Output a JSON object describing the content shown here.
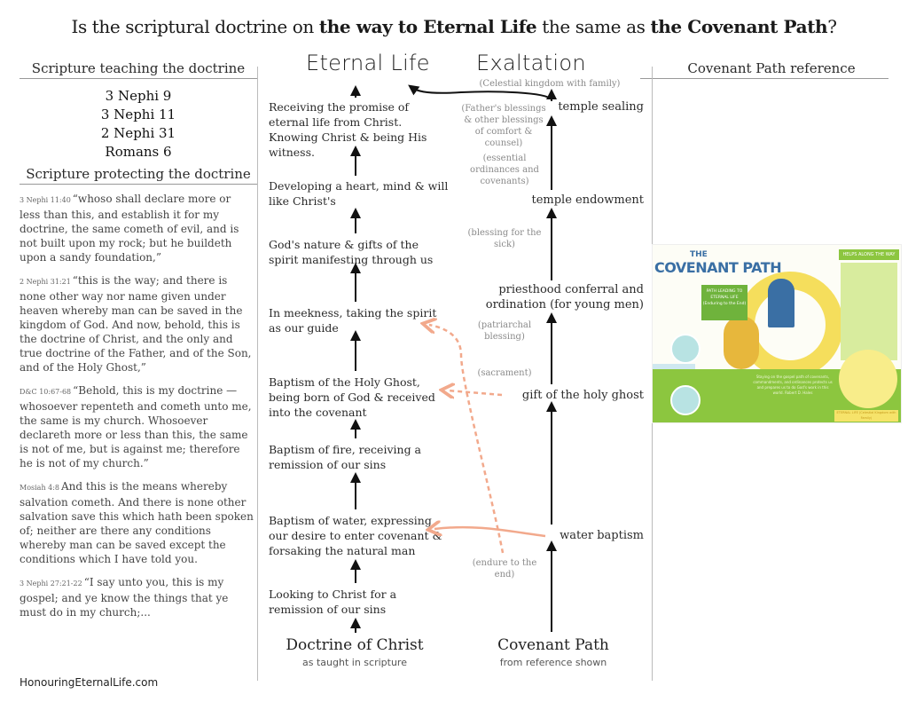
{
  "title": {
    "part1": "Is the scriptural doctrine on ",
    "bold1": "the way to Eternal Life",
    "part2": " the same as ",
    "bold2": "the Covenant Path",
    "part3": "?"
  },
  "left_panel": {
    "teaching_header": "Scripture teaching the doctrine",
    "references": [
      "3 Nephi 9",
      "3 Nephi 11",
      "2 Nephi 31",
      "Romans 6"
    ],
    "protecting_header": "Scripture protecting the doctrine",
    "quotes": [
      {
        "ref": "3 Nephi 11:40",
        "text": "“whoso shall declare more or less than this, and establish it for my doctrine, the same cometh of evil, and is not built upon my rock; but he buildeth upon a sandy foundation,”"
      },
      {
        "ref": "2 Nephi 31:21",
        "text": "“this is the way; and there is none other way nor name given under heaven whereby man can be saved in the kingdom of God. And now, behold, this is the doctrine of Christ, and the only and true doctrine of the Father, and of the Son, and of the Holy Ghost,”"
      },
      {
        "ref": "D&C 10:67-68",
        "text": "“Behold, this is my doctrine — whosoever repenteth and cometh unto me, the same is my church. Whosoever declareth more or less than this, the same is not of me, but is against me; therefore he is not of my church.”"
      },
      {
        "ref": "Mosiah 4:8",
        "text": "And this is the means whereby salvation cometh. And there is none other salvation save this which hath been spoken of; neither are there any conditions whereby man can be saved except the conditions which I have told you."
      },
      {
        "ref": "3 Nephi 27:21-22",
        "text": "“I say unto you, this is my gospel; and ye know the things that ye must do in my church;..."
      }
    ],
    "website": "HonouringEternalLife.com"
  },
  "doctrine_column": {
    "goal": "Eternal Life",
    "steps": [
      "Receiving the promise of eternal life from Christ. Knowing Christ & being His witness.",
      "Developing a heart, mind & will like Christ's",
      "God's nature & gifts of the spirit manifesting through us",
      "In meekness, taking the spirit as our guide",
      "Baptism of the Holy Ghost, being born of God & received into the covenant",
      "Baptism of fire, receiving a remission of our sins",
      "Baptism of water, expressing our desire to enter covenant & forsaking the natural man",
      "Looking to Christ for a remission of our sins"
    ],
    "footer_title": "Doctrine of Christ",
    "footer_sub": "as taught in scripture"
  },
  "covenant_column": {
    "goal": "Exaltation",
    "goal_sub": "(Celestial kingdom with family)",
    "steps": [
      "temple sealing",
      "temple endowment",
      "priesthood conferral and ordination (for young men)",
      "gift of the holy ghost",
      "water baptism"
    ],
    "notes": [
      "(Father's blessings & other blessings of comfort & counsel)",
      "(essential ordinances and covenants)",
      "(blessing for the sick)",
      "(patriarchal blessing)",
      "(sacrament)",
      "(endure to the end)"
    ],
    "footer_title": "Covenant Path",
    "footer_sub": "from reference shown"
  },
  "reference_panel": {
    "header": "Covenant Path reference",
    "image": {
      "title_small": "THE",
      "title_large": "COVENANT PATH",
      "path_box": "PATH LEADING TO ETERNAL LIFE (Enduring to the End)",
      "helps_label": "HELPS ALONG THE WAY",
      "quote": "Staying on the gospel path of covenants, commandments, and ordinances protects us and prepares us to do God's work in this world. Robert D. Hales",
      "eternal_label": "ETERNAL LIFE (Celestial Kingdom with Family)"
    }
  },
  "colors": {
    "arrow": "#111111",
    "connector": "#f2a98c",
    "note_text": "#8a8a8a",
    "divider": "#999999"
  }
}
